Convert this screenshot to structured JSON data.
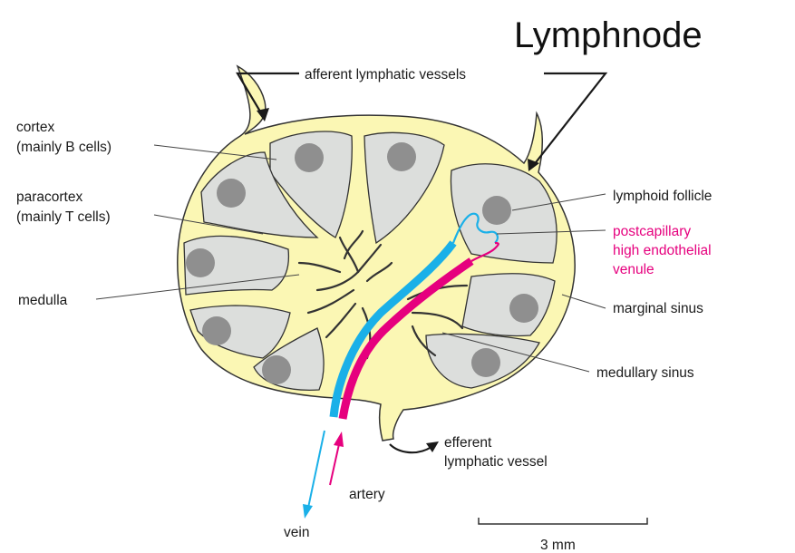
{
  "title": "Lymphnode",
  "labels": {
    "afferent": "afferent lymphatic vessels",
    "cortex_1": "cortex",
    "cortex_2": "(mainly B cells)",
    "paracortex_1": "paracortex",
    "paracortex_2": "(mainly T cells)",
    "medulla": "medulla",
    "lymphoid_follicle": "lymphoid follicle",
    "postcap_1": "postcapillary",
    "postcap_2": "high endothelial",
    "postcap_3": "venule",
    "marginal_sinus": "marginal sinus",
    "medullary_sinus": "medullary sinus",
    "efferent_1": "efferent",
    "efferent_2": "lymphatic vessel",
    "artery": "artery",
    "vein": "vein",
    "scale": "3 mm"
  },
  "colors": {
    "sinus_fill": "#fbf7b4",
    "tissue_fill": "#dcdedc",
    "follicle": "#8f8f8f",
    "outline": "#333333",
    "vein": "#1ab0e8",
    "artery": "#e6007e",
    "text": "#1a1a1a"
  }
}
